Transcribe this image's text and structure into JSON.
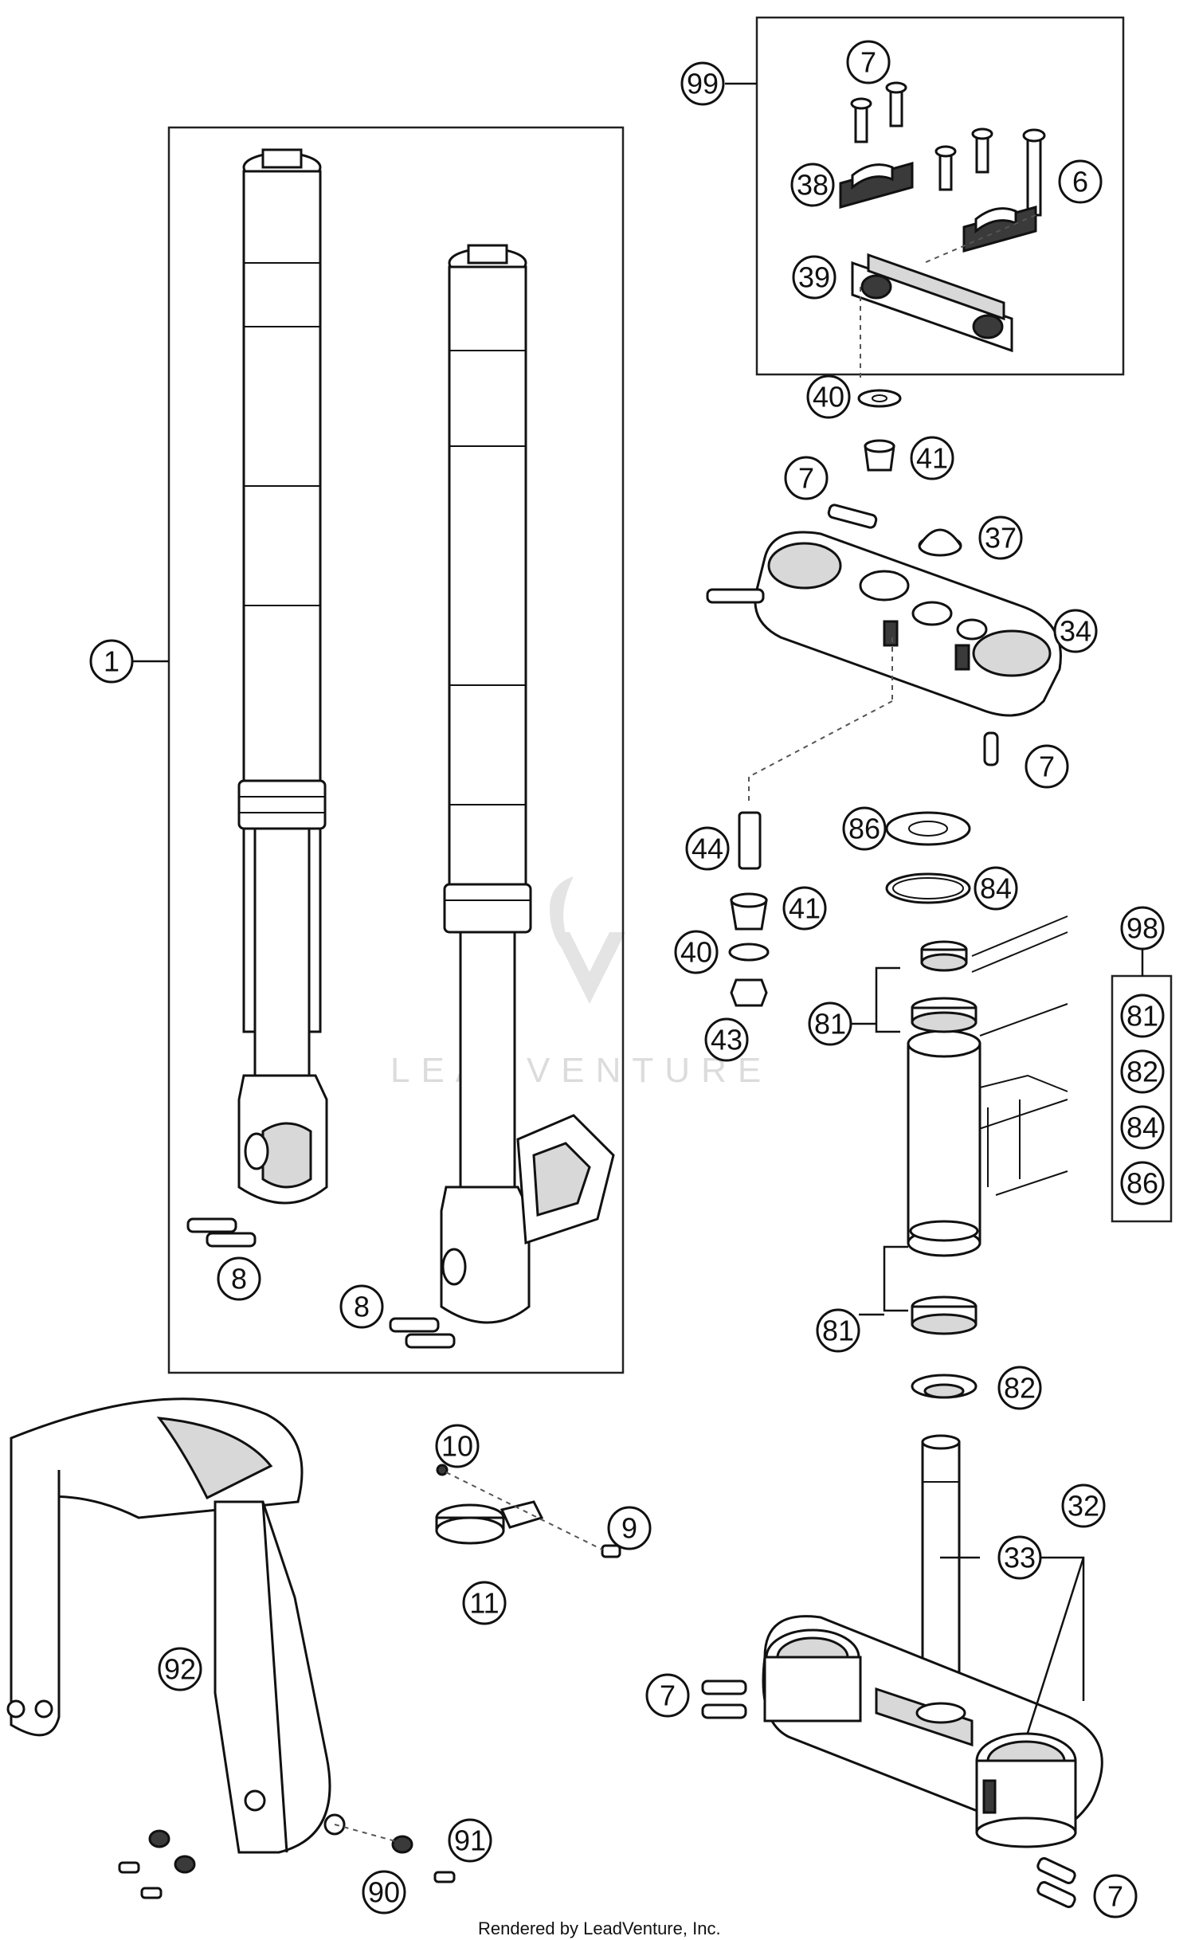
{
  "callouts": {
    "c1": "1",
    "c6": "6",
    "c7a": "7",
    "c7b": "7",
    "c7c": "7",
    "c7d": "7",
    "c7e": "7",
    "c8a": "8",
    "c8b": "8",
    "c9": "9",
    "c10": "10",
    "c11": "11",
    "c32": "32",
    "c33": "33",
    "c34": "34",
    "c37": "37",
    "c38": "38",
    "c39": "39",
    "c40a": "40",
    "c40b": "40",
    "c41a": "41",
    "c41b": "41",
    "c43": "43",
    "c44": "44",
    "c81a": "81",
    "c81b": "81",
    "c81c": "81",
    "c82a": "82",
    "c82b": "82",
    "c84a": "84",
    "c84b": "84",
    "c86a": "86",
    "c86b": "86",
    "c90": "90",
    "c91": "91",
    "c92": "92",
    "c98": "98",
    "c99": "99"
  },
  "watermark": "LEADVENTURE",
  "credit": "Rendered by LeadVenture, Inc."
}
